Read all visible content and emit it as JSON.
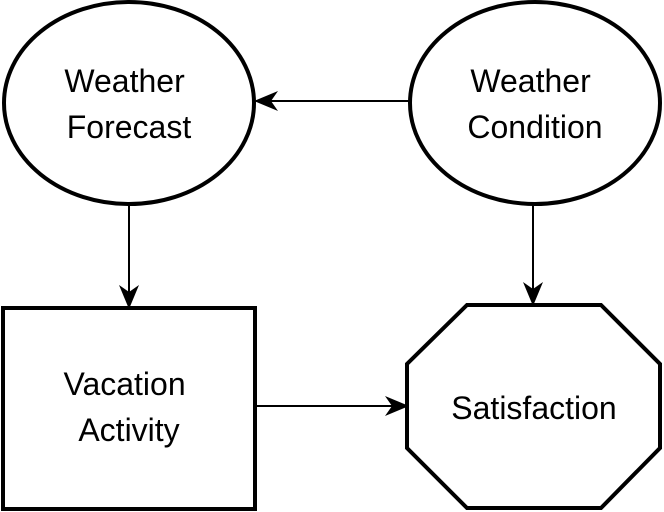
{
  "nodes": {
    "weather_forecast": {
      "type": "chance",
      "lines": [
        "Weather",
        "Forecast"
      ]
    },
    "weather_condition": {
      "type": "chance",
      "lines": [
        "Weather",
        "Condition"
      ]
    },
    "vacation_activity": {
      "type": "decision",
      "lines": [
        "Vacation",
        "Activity"
      ]
    },
    "satisfaction": {
      "type": "utility",
      "lines": [
        "Satisfaction"
      ]
    }
  },
  "edges": [
    {
      "from": "weather_condition",
      "to": "weather_forecast"
    },
    {
      "from": "weather_forecast",
      "to": "vacation_activity"
    },
    {
      "from": "weather_condition",
      "to": "satisfaction"
    },
    {
      "from": "vacation_activity",
      "to": "satisfaction"
    }
  ],
  "colors": {
    "stroke": "#000000",
    "fill": "#ffffff",
    "text": "#000000"
  }
}
